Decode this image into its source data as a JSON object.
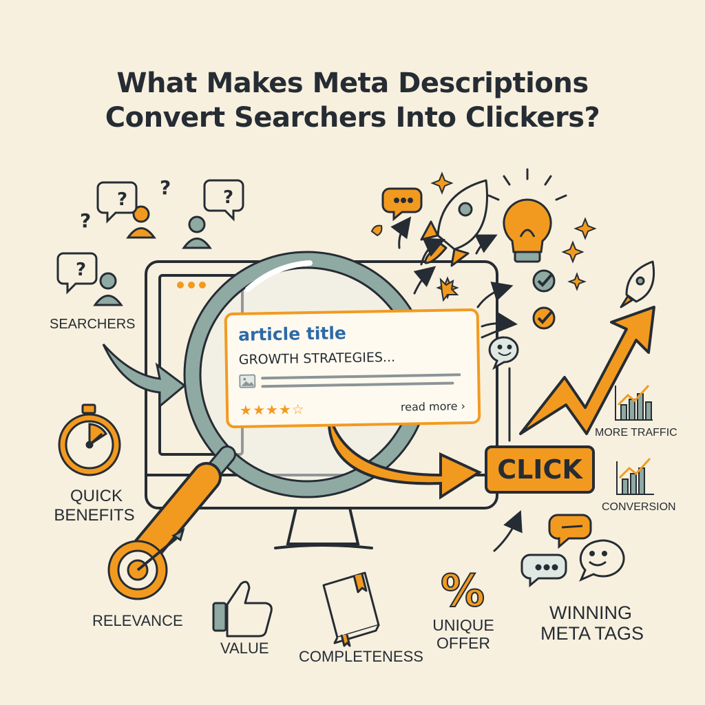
{
  "title": {
    "line1": "What Makes Meta Descriptions",
    "line2": "Convert Searchers Into Clickers?"
  },
  "snippet": {
    "title": "article title",
    "subtitle": "GROWTH STRATEGIES...",
    "stars": "★★★★☆",
    "rating": 4,
    "read_more": "read more ›"
  },
  "cta": {
    "label": "CLICK"
  },
  "labels": {
    "searchers": "SEARCHERS",
    "quick_benefits_1": "QUICK",
    "quick_benefits_2": "BENEFITS",
    "relevance": "RELEVANCE",
    "value": "VALUE",
    "completeness": "COMPLETENESS",
    "unique_offer_1": "UNIQUE",
    "unique_offer_2": "OFFER",
    "winning_1": "WINNING",
    "winning_2": "META TAGS",
    "more_traffic": "MORE TRAFFIC",
    "conversion": "CONVERSION"
  },
  "glyphs": {
    "question": "?",
    "percent": "%"
  },
  "colors": {
    "background": "#f7f0df",
    "accent": "#f29a1f",
    "ink": "#262c33",
    "teal": "#8fa9a3",
    "link": "#2d6aa8"
  },
  "icons": [
    "question-bubble-icon",
    "person-icon",
    "monitor-icon",
    "magnifier-icon",
    "rocket-icon",
    "lightbulb-icon",
    "sparkle-icon",
    "checkmark-icon",
    "smiley-bubble-icon",
    "stopwatch-icon",
    "target-icon",
    "thumbs-up-icon",
    "book-icon",
    "percent-icon",
    "chat-bubble-icon",
    "bar-chart-icon",
    "arrow-icon",
    "trend-arrow-icon"
  ]
}
